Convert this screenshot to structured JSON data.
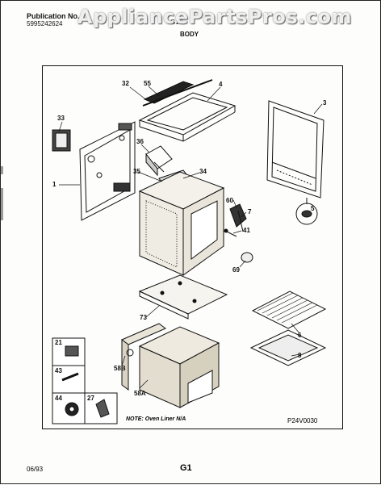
{
  "header": {
    "publication_label": "Publication No.",
    "publication_number": "5995242624",
    "model_code": "G1S",
    "section_title": "BODY"
  },
  "watermark": "AppliancePartsPros.com",
  "callouts": {
    "c32": "32",
    "c55": "55",
    "c4": "4",
    "c3": "3",
    "c33": "33",
    "c36": "36",
    "c35": "35",
    "c34": "34",
    "c1": "1",
    "c60": "60",
    "c7": "7",
    "c5": "5",
    "c41": "41",
    "c69": "69",
    "c73": "73",
    "c6": "6",
    "c8": "8",
    "c21": "21",
    "c43": "43",
    "c44": "44",
    "c27": "27",
    "c58b": "58B",
    "c58a": "58A"
  },
  "footer": {
    "note": "NOTE: Oven Liner N/A",
    "diagram_id": "P24V0030",
    "date": "06/93",
    "page": "G1"
  }
}
